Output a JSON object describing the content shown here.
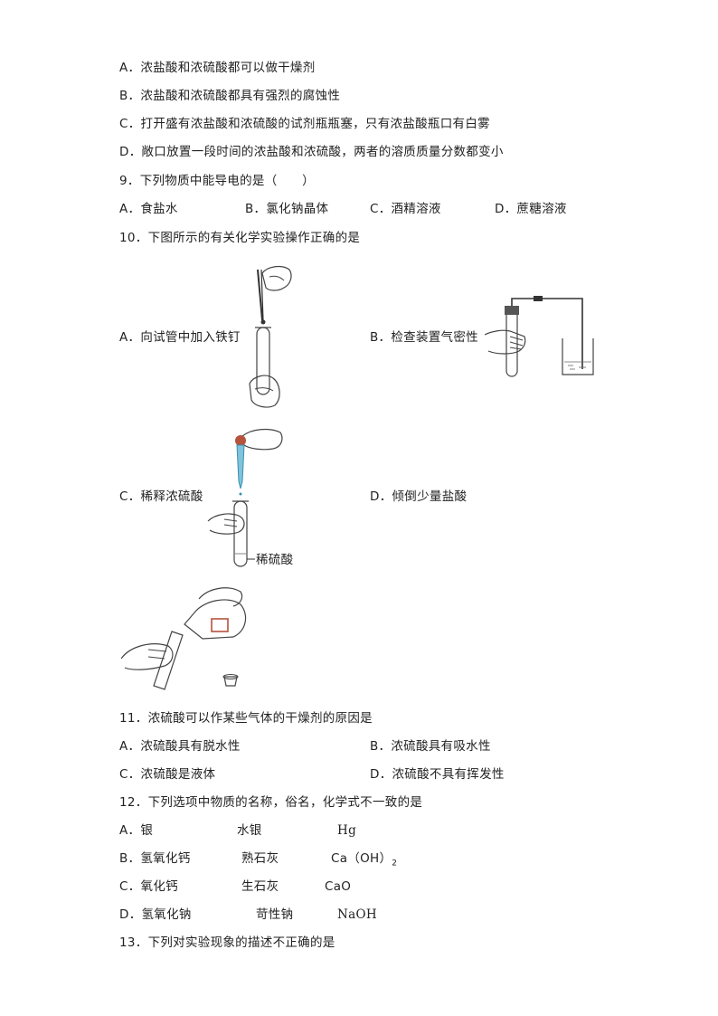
{
  "q8": {
    "a": "A．浓盐酸和浓硫酸都可以做干燥剂",
    "b": "B．浓盐酸和浓硫酸都具有强烈的腐蚀性",
    "c": "C．打开盛有浓盐酸和浓硫酸的试剂瓶瓶塞，只有浓盐酸瓶口有白雾",
    "d": "D．敞口放置一段时间的浓盐酸和浓硫酸，两者的溶质质量分数都变小"
  },
  "q9": {
    "stem": "9．下列物质中能导电的是（　　）",
    "a": "A．食盐水",
    "b": "B．氯化钠晶体",
    "c": "C．酒精溶液",
    "d": "D．蔗糖溶液"
  },
  "q10": {
    "stem": "10．下图所示的有关化学实验操作正确的是",
    "a": "A．向试管中加入铁钉",
    "b": "B．检查装置气密性",
    "c": "C．稀释浓硫酸",
    "d": "D．倾倒少量盐酸",
    "c_label": "稀硫酸"
  },
  "q11": {
    "stem": "11．浓硫酸可以作某些气体的干燥剂的原因是",
    "a": "A．浓硫酸具有脱水性",
    "b": "B．浓硫酸具有吸水性",
    "c": "C．浓硫酸是液体",
    "d": "D．浓硫酸不具有挥发性"
  },
  "q12": {
    "stem": "12．下列选项中物质的名称，俗名，化学式不一致的是",
    "rows": [
      {
        "opt": "A．银",
        "common": "水银",
        "formula": "Hg",
        "sub": ""
      },
      {
        "opt": "B．氢氧化钙",
        "common": "熟石灰",
        "formula": "Ca（OH）",
        "sub": "2"
      },
      {
        "opt": "C．氧化钙",
        "common": "生石灰",
        "formula": "CaO",
        "sub": ""
      },
      {
        "opt": "D．氢氧化钠",
        "common": "苛性钠",
        "formula": "NaOH",
        "sub": ""
      }
    ]
  },
  "q13": {
    "stem": "13．下列对实验现象的描述不正确的是"
  }
}
